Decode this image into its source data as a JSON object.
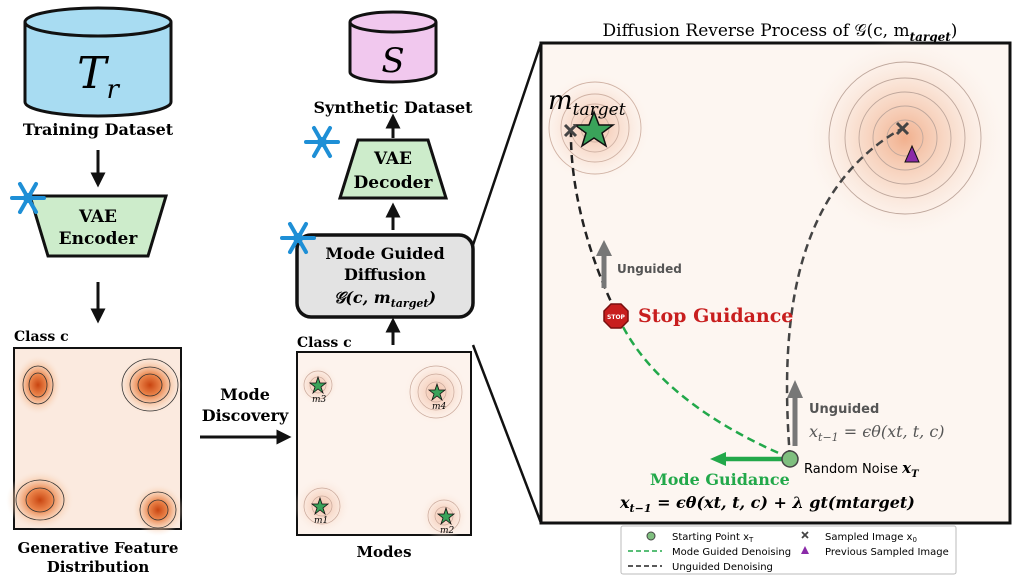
{
  "left": {
    "db_symbol_T": "T",
    "db_symbol_r": "r",
    "training_label": "Training Dataset",
    "encoder_line1": "VAE",
    "encoder_line2": "Encoder",
    "class_label": "Class c",
    "caption_line1": "Generative Feature",
    "caption_line2": "Distribution"
  },
  "middle": {
    "db_symbol": "S",
    "synthetic_label": "Synthetic Dataset",
    "decoder_line1": "VAE",
    "decoder_line2": "Decoder",
    "mgd_line1": "Mode Guided",
    "mgd_line2": "Diffusion",
    "mgd_formula": "𝒢(c, m",
    "mgd_formula_sub": "target",
    "mgd_formula_end": ")",
    "class_label": "Class c",
    "modes_caption": "Modes",
    "mode_labels": [
      "m3",
      "m4",
      "m1",
      "m2"
    ]
  },
  "arrow": {
    "line1": "Mode",
    "line2": "Discovery"
  },
  "right": {
    "title": "Diffusion Reverse Process of 𝒢(c, m",
    "title_sub": "target",
    "title_end": ")",
    "m_target": "m",
    "m_target_sub": "target",
    "unguided_top": "Unguided",
    "stop_sign": "STOP",
    "stop_guidance": "Stop Guidance",
    "unguided_right": "Unguided",
    "eq_unguided": "x",
    "eq_unguided_sub": "t−1",
    "eq_unguided_rest": " = ϵθ(xt, t, c)",
    "random_noise": "Random Noise ",
    "random_noise_x": "x",
    "random_noise_sub": "T",
    "mode_guidance": "Mode Guidance",
    "eq_guided": "x",
    "eq_guided_sub": "t−1",
    "eq_guided_rest": " = ϵθ(xt, t, c) + λ gt(mtarget)"
  },
  "legend": {
    "items": [
      {
        "label": "Starting Point x",
        "sub": "T"
      },
      {
        "label": "Sampled Image x",
        "sub": "0"
      },
      {
        "label": "Mode Guided Denoising",
        "sub": ""
      },
      {
        "label": "Previous Sampled Image",
        "sub": ""
      },
      {
        "label": "Unguided Denoising",
        "sub": ""
      }
    ]
  },
  "colors": {
    "db_training": "#a8dcf2",
    "db_synthetic": "#f1c8ee",
    "vae_green": "#cdeccb",
    "mgd_gray": "#e3e3e3",
    "snow_blue": "#1e8fd6",
    "stop_red": "#c81e1e",
    "guide_green": "#22a84a",
    "star_green": "#3aa35a",
    "purple": "#8a2aa8"
  }
}
